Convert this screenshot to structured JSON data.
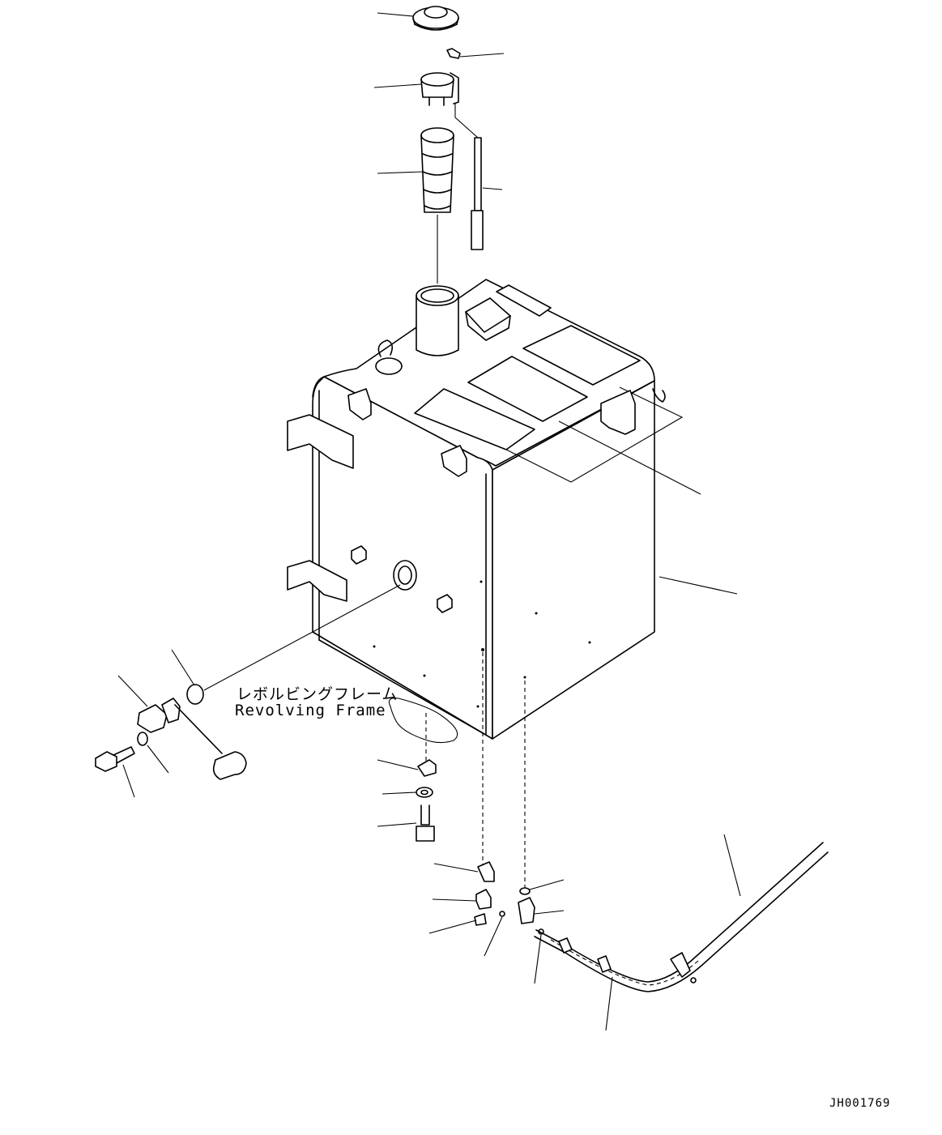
{
  "labels": {
    "frame_jp": "レボルビングフレーム",
    "frame_en": "Revolving Frame"
  },
  "drawing_id": "JH001769"
}
